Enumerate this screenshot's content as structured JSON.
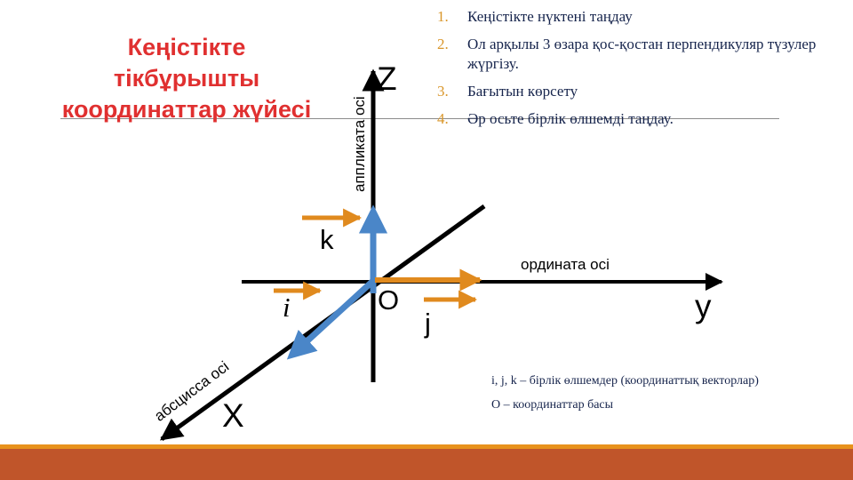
{
  "slide": {
    "title": "Кеңістікте тікбұрышты координаттар жүйесі",
    "title_color": "#E03030",
    "background": "#ffffff"
  },
  "steps": {
    "items": [
      {
        "number": "1.",
        "text": "Кеңістікте нүктені таңдау"
      },
      {
        "number": "2.",
        "text": "Ол арқылы 3 өзара  қос-қостан перпендикуляр түзулер жүргізу."
      },
      {
        "number": "3.",
        "text": "Бағытын көрсету"
      },
      {
        "number": "4.",
        "text": "Әр осьте бірлік өлшемді таңдау."
      }
    ],
    "number_color": "#D9962A",
    "text_color": "#16244C"
  },
  "diagram": {
    "axis_z_label": "Z",
    "axis_y_label": "y",
    "axis_x_label": "X",
    "axis_z_name": "аппликата осі",
    "axis_y_name": "ордината осі",
    "axis_x_name": "абсцисса осі",
    "origin_label": "O",
    "unit_k_label": "k",
    "unit_i_label": "i",
    "unit_j_label": "j",
    "axis_color": "#000000",
    "vector_color": "#4A86C8",
    "unit_arrow_color": "#E08A1E"
  },
  "footnote": {
    "line1": "i, j, k – бірлік өлшемдер (координаттық векторлар)",
    "line2": "O – координаттар басы"
  },
  "footer_band": {
    "accent_color": "#E8921C",
    "band_color": "#C0552A"
  }
}
